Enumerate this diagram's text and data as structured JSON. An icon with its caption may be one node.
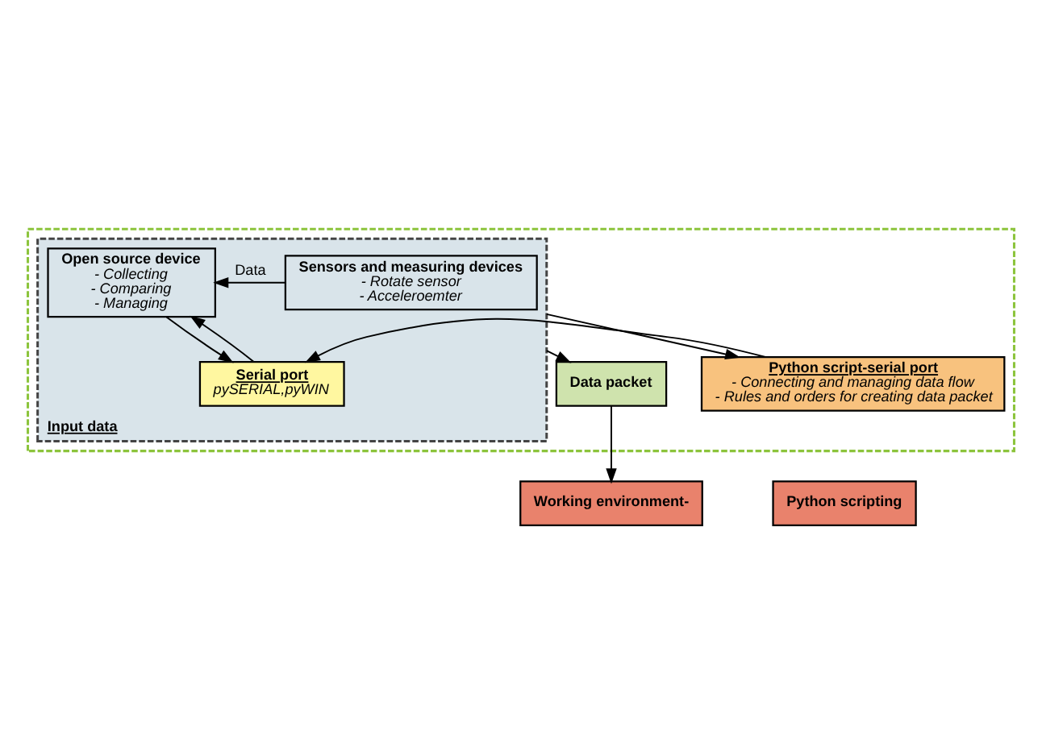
{
  "diagram": {
    "nodes": [
      {
        "text": [],
        "shape": "box"
      },
      {
        "text": [
          "Input data"
        ],
        "in": 0
      },
      {
        "text": [
          "Sensors and measuring devices",
          "- Rotate sensor",
          "- Acceleroemter"
        ],
        "in": 1
      },
      {
        "text": [
          "Open source device",
          "- Collecting",
          "- Comparing",
          "- Managing"
        ],
        "in": 1
      },
      {
        "text": [
          "Serial port",
          "pySERIAL,pyWIN"
        ],
        "in": 1
      },
      {
        "text": [
          "Data packet"
        ],
        "in": 0
      },
      {
        "text": [
          "Python script-serial port",
          "- Connecting and managing data flow",
          "- Rules and orders for creating data packet"
        ],
        "in": 0
      },
      {
        "text": [
          "Working environment-"
        ]
      },
      {
        "text": [
          "Python scripting"
        ]
      }
    ],
    "edges": [
      {
        "from": 2,
        "to": 3,
        "arrow": "to",
        "label": "Data"
      },
      {
        "from": 3,
        "to": 4,
        "arrow": "to"
      },
      {
        "from": 4,
        "to": 3,
        "arrow": "to"
      },
      {
        "from": 1,
        "to": 5,
        "arrow": "to"
      },
      {
        "from": 1,
        "to": 6,
        "arrow": "to"
      },
      {
        "from": 6,
        "to": 4,
        "arrow": "to"
      },
      {
        "from": 5,
        "to": 7,
        "arrow": "to"
      }
    ]
  }
}
